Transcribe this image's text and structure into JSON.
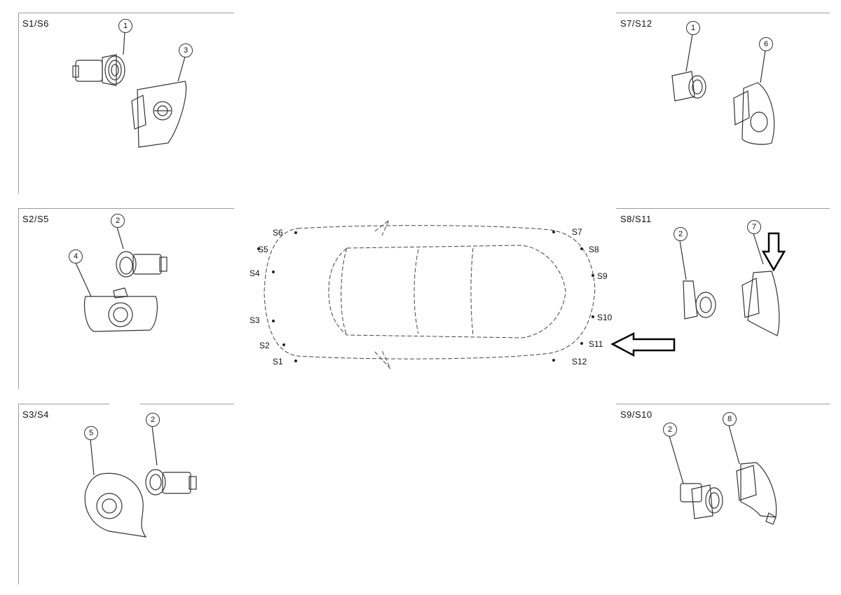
{
  "panels": {
    "s1s6": {
      "title": "S1/S6",
      "callouts": [
        "1",
        "3"
      ]
    },
    "s7s12": {
      "title": "S7/S12",
      "callouts": [
        "1",
        "6"
      ]
    },
    "s2s5": {
      "title": "S2/S5",
      "callouts": [
        "2",
        "4"
      ]
    },
    "s8s11": {
      "title": "S8/S11",
      "callouts": [
        "2",
        "7"
      ]
    },
    "s3s4": {
      "title": "S3/S4",
      "callouts": [
        "5",
        "2"
      ]
    },
    "s9s10": {
      "title": "S9/S10",
      "callouts": [
        "2",
        "8"
      ]
    }
  },
  "car": {
    "sensor_labels": [
      "S1",
      "S2",
      "S3",
      "S4",
      "S5",
      "S6",
      "S7",
      "S8",
      "S9",
      "S10",
      "S11",
      "S12"
    ]
  },
  "colors": {
    "line": "#333333",
    "rule": "#9a9a9a",
    "arrow": "#000000"
  }
}
